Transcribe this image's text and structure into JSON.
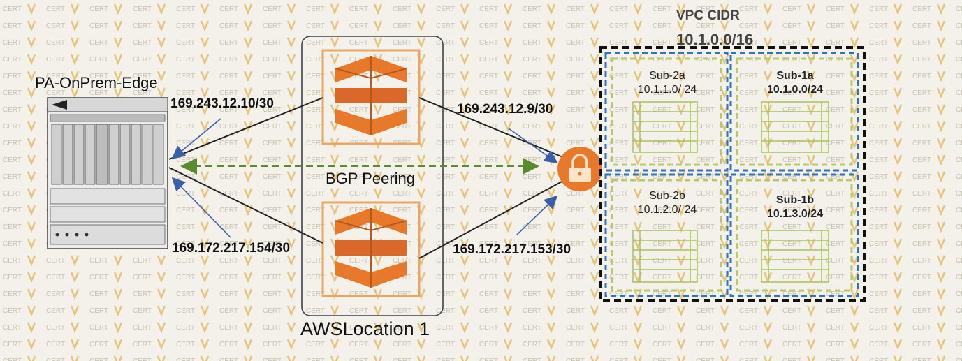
{
  "watermark": {
    "text": "CERT"
  },
  "edge_device": {
    "label": "PA-OnPrem-Edge"
  },
  "aws_location": {
    "label": "AWSLocation 1"
  },
  "bgp": {
    "label": "BGP Peering"
  },
  "tunnels": {
    "top_left_ip": "169.243.12.10/30",
    "top_right_ip": "169.243.12.9/30",
    "bottom_left_ip": "169.172.217.154/30",
    "bottom_right_ip": "169.172.217.153/30"
  },
  "vpc": {
    "title": "VPC CIDR",
    "cidr": "10.1.0.0/16",
    "subnets": [
      {
        "name": "Sub-2a",
        "cidr": "10.1.1.0/ 24"
      },
      {
        "name": "Sub-1a",
        "cidr": "10.1.0.0/24"
      },
      {
        "name": "Sub-2b",
        "cidr": "10.1.2.0/ 24"
      },
      {
        "name": "Sub-1b",
        "cidr": "10.1.3.0/24"
      }
    ]
  },
  "colors": {
    "aws_orange": "#e8792b",
    "aws_dark": "#b35a1e",
    "vpc_border": "#111111",
    "subnet_blue": "#2f74b8",
    "subnet_green": "#b8c96a",
    "bgp_arrow": "#5a8a2e",
    "arrow_blue": "#3a5fa8",
    "watermark": "#e3c47f"
  }
}
